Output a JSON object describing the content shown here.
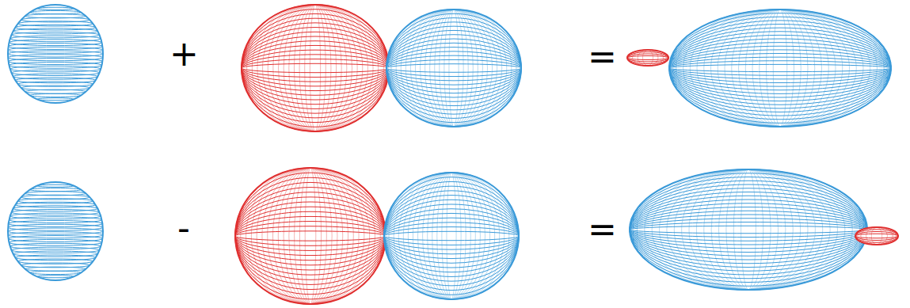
{
  "diagram": {
    "labels": [
      "+",
      "=",
      "-",
      "="
    ]
  }
}
